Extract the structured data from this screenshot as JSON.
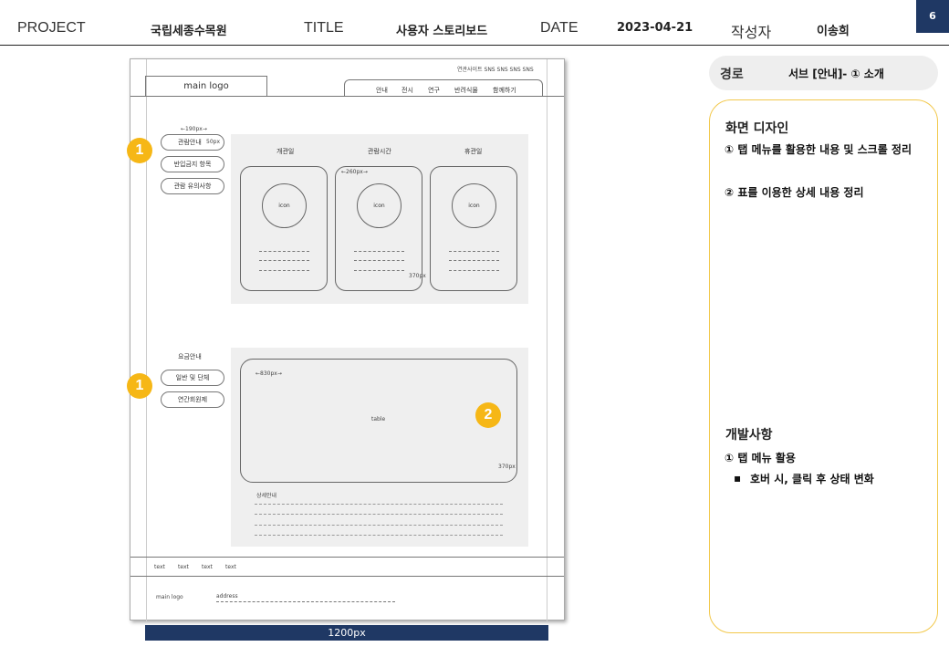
{
  "header": {
    "project_label": "PROJECT",
    "project_value": "국립세종수목원",
    "title_label": "TITLE",
    "title_value": "사용자 스토리보드",
    "date_label": "DATE",
    "date_value": "2023-04-21",
    "author_label": "작성자",
    "author_value": "이송희",
    "page_number": "6"
  },
  "wireframe": {
    "util_links": "연관사이트 SNS SNS SNS SNS",
    "logo": "main logo",
    "gnb": [
      "안내",
      "전시",
      "연구",
      "반려식물",
      "함께하기"
    ],
    "width_190": "←190px→",
    "height_50": "50px",
    "tabs1": [
      "관람안내",
      "반입금지 항목",
      "관람 유의사항"
    ],
    "cards": [
      {
        "title": "개관일",
        "icon": "icon"
      },
      {
        "title": "관람시간",
        "icon": "icon"
      },
      {
        "title": "휴관일",
        "icon": "icon"
      }
    ],
    "width_260": "←260px→",
    "height_370a": "370px",
    "fee_title": "요금안내",
    "tabs2": [
      "일반 및 단체",
      "연간회원제"
    ],
    "width_830": "←830px→",
    "table_label": "table",
    "height_370b": "370px",
    "detail_label": "상세안내",
    "footer_links": [
      "text",
      "text",
      "text",
      "text"
    ],
    "footer_logo": "main logo",
    "footer_address": "address",
    "width_total": "1200px",
    "badge1": "1",
    "badge2": "2"
  },
  "sidebar": {
    "path_label": "경로",
    "path_value": "서브 [안내]- ① 소개",
    "design_title": "화면 디자인",
    "design_items": [
      "① 탭 메뉴를 활용한 내용 및 스크롤 정리",
      "② 표를 이용한 상세 내용 정리"
    ],
    "dev_title": "개발사항",
    "dev_item": "① 탭 메뉴 활용",
    "dev_sub": "호버 시, 클릭 후 상태 변화"
  }
}
